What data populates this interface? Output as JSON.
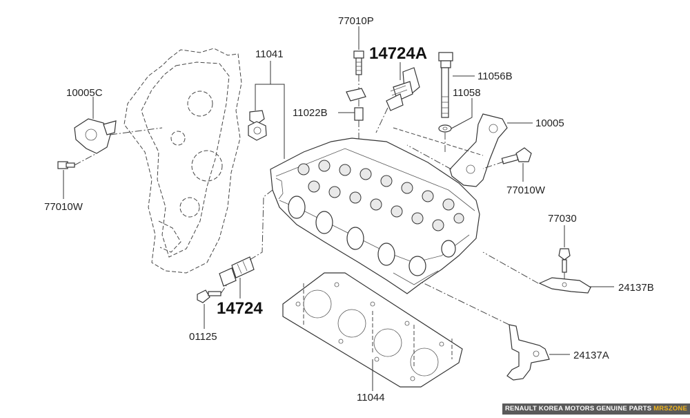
{
  "labels": {
    "p77010P": "77010P",
    "p14724A": "14724A",
    "p11056B": "11056B",
    "p11041": "11041",
    "p10005C": "10005C",
    "p11058": "11058",
    "p11022B": "11022B",
    "p10005": "10005",
    "p77010W_left": "77010W",
    "p77010W_right": "77010W",
    "p77030": "77030",
    "p24137B": "24137B",
    "p14724": "14724",
    "p01125": "01125",
    "p24137A": "24137A",
    "p11044": "11044"
  },
  "footer": {
    "text": "RENAULT KOREA MOTORS GENUINE PARTS",
    "brand": "MRSZONE",
    "accent_color": "#f2b51c",
    "bg_color": "#5a5a5a"
  }
}
